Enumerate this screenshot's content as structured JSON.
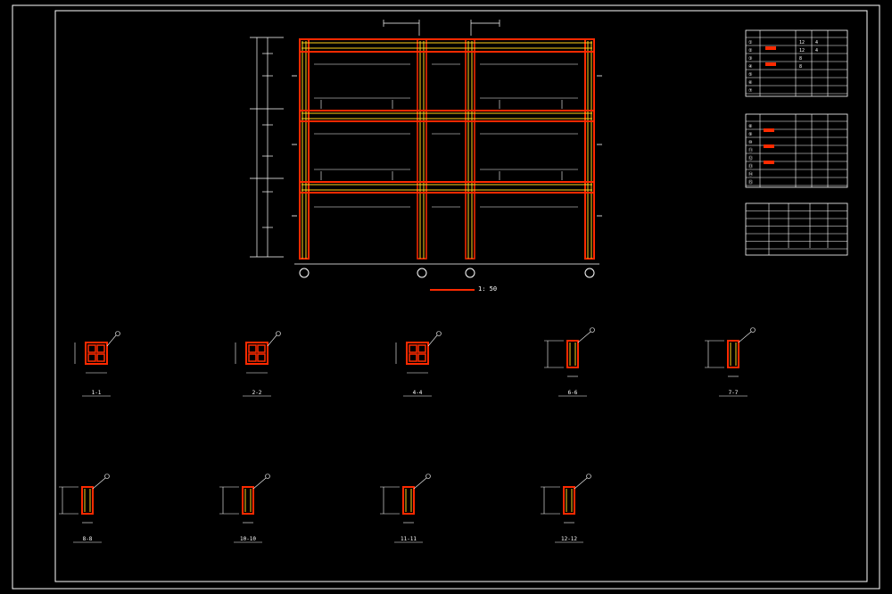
{
  "colors": {
    "background": "#000000",
    "frame": "#ffffff",
    "beam": "#ff2a00",
    "rebar": "#ffd21a",
    "dimension": "#ffffff",
    "annotation": "#ffffff",
    "cyan": "#00c8ff",
    "green": "#00ff40"
  },
  "main_drawing": {
    "scale_label": "1: 50"
  },
  "sections": [
    {
      "id": "s1",
      "label": "1-1"
    },
    {
      "id": "s2",
      "label": "2-2"
    },
    {
      "id": "s3",
      "label": "4-4"
    },
    {
      "id": "s4",
      "label": "6-6"
    },
    {
      "id": "s5",
      "label": "7-7"
    },
    {
      "id": "s6",
      "label": "8-8"
    },
    {
      "id": "s7",
      "label": "10-10"
    },
    {
      "id": "s8",
      "label": "11-11"
    },
    {
      "id": "s9",
      "label": "12-12"
    }
  ],
  "tables": {
    "table1": {
      "rows": [
        [
          "①",
          "",
          "12",
          "4",
          ""
        ],
        [
          "②",
          "",
          "12",
          "4",
          ""
        ],
        [
          "③",
          "",
          "8",
          "",
          ""
        ],
        [
          "④",
          "",
          "8",
          "",
          ""
        ],
        [
          "⑤",
          "",
          "",
          "",
          ""
        ],
        [
          "⑥",
          "",
          "",
          "",
          ""
        ],
        [
          "⑦",
          "",
          "",
          "",
          ""
        ]
      ]
    },
    "table2": {
      "rows": [
        [
          "⑧",
          "",
          "",
          "",
          ""
        ],
        [
          "⑨",
          "",
          "",
          "",
          ""
        ],
        [
          "⑩",
          "",
          "",
          "",
          ""
        ],
        [
          "⑪",
          "",
          "",
          "",
          ""
        ],
        [
          "⑫",
          "",
          "",
          "",
          ""
        ],
        [
          "⑬",
          "",
          "",
          "",
          ""
        ],
        [
          "⑭",
          "",
          "",
          "",
          ""
        ],
        [
          "⑮",
          "",
          "",
          "",
          ""
        ]
      ]
    },
    "table3": {
      "rows": [
        [
          "",
          "",
          "",
          ""
        ],
        [
          "",
          "",
          "",
          ""
        ],
        [
          "",
          "",
          "",
          ""
        ],
        [
          "",
          "",
          "",
          ""
        ],
        [
          "",
          "",
          "",
          ""
        ],
        [
          "",
          "",
          "",
          ""
        ]
      ]
    }
  }
}
